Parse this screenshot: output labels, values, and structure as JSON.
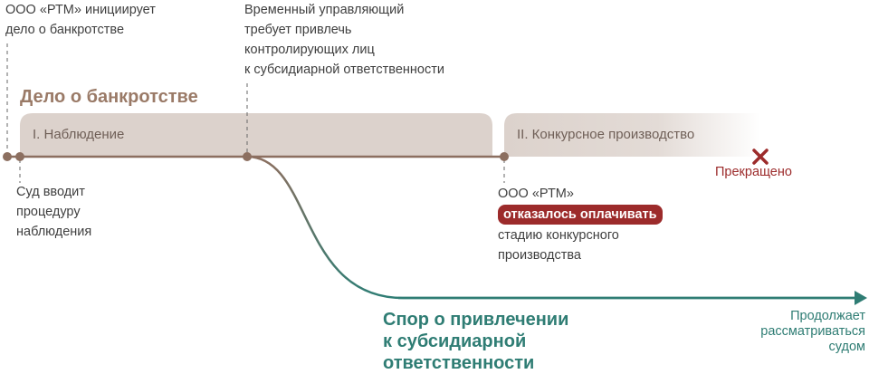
{
  "case": {
    "title": "Дело о банкротстве",
    "phase1": "I. Наблюдение",
    "phase2": "II. Конкурсное производство",
    "stopped": "Прекращено"
  },
  "events": {
    "initiated": [
      "ООО «РТМ» инициирует",
      "дело о банкротстве"
    ],
    "observation": [
      "Суд вводит",
      "процедуру",
      "наблюдения"
    ],
    "manager": [
      "Временный управляющий",
      "требует привлечь",
      "контролирующих лиц",
      "к субсидиарной ответственности"
    ],
    "refused_prefix": "ООО «РТМ»",
    "refused_badge": "отказалось оплачивать",
    "refused_suffix": [
      "стадию конкурсного",
      "производства"
    ]
  },
  "dispute": {
    "title": [
      "Спор о привлечении",
      "к субсидиарной",
      "ответственности"
    ],
    "status": [
      "Продолжает",
      "рассматриваться",
      "судом"
    ]
  },
  "colors": {
    "case_line": "#8c6f60",
    "phase_band": "#dcd2cc",
    "dispute_line": "#2f7d74",
    "badge": "#9c2b2b",
    "marker": "#9c2b2b"
  }
}
